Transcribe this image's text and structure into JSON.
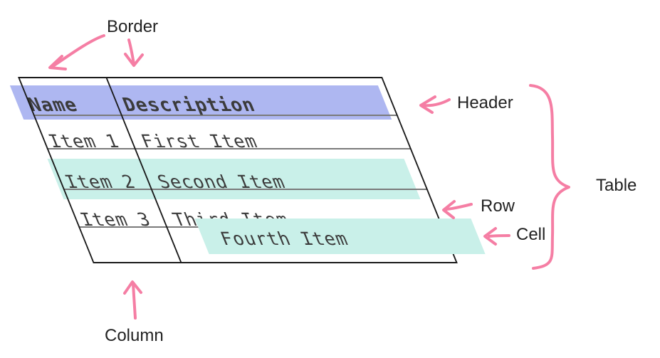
{
  "table": {
    "header": [
      "Name",
      "Description"
    ],
    "rows": [
      {
        "name": "Item 1",
        "description": "First Item"
      },
      {
        "name": "Item 2",
        "description": "Second Item"
      },
      {
        "name": "Item 3",
        "description": "Third Item"
      },
      {
        "name": "",
        "description": "Fourth Item"
      }
    ]
  },
  "labels": {
    "border": "Border",
    "header": "Header",
    "table": "Table",
    "row": "Row",
    "cell": "Cell",
    "column": "Column"
  },
  "colors": {
    "header-highlight": "#aeb7f1",
    "row-highlight": "#c9f0e9",
    "annotation-pink": "#f57ea4",
    "table-border": "#1a1a1a",
    "grid-line": "#7a7a7a",
    "table-text": "#3b3b3b",
    "label-text": "#222222"
  }
}
